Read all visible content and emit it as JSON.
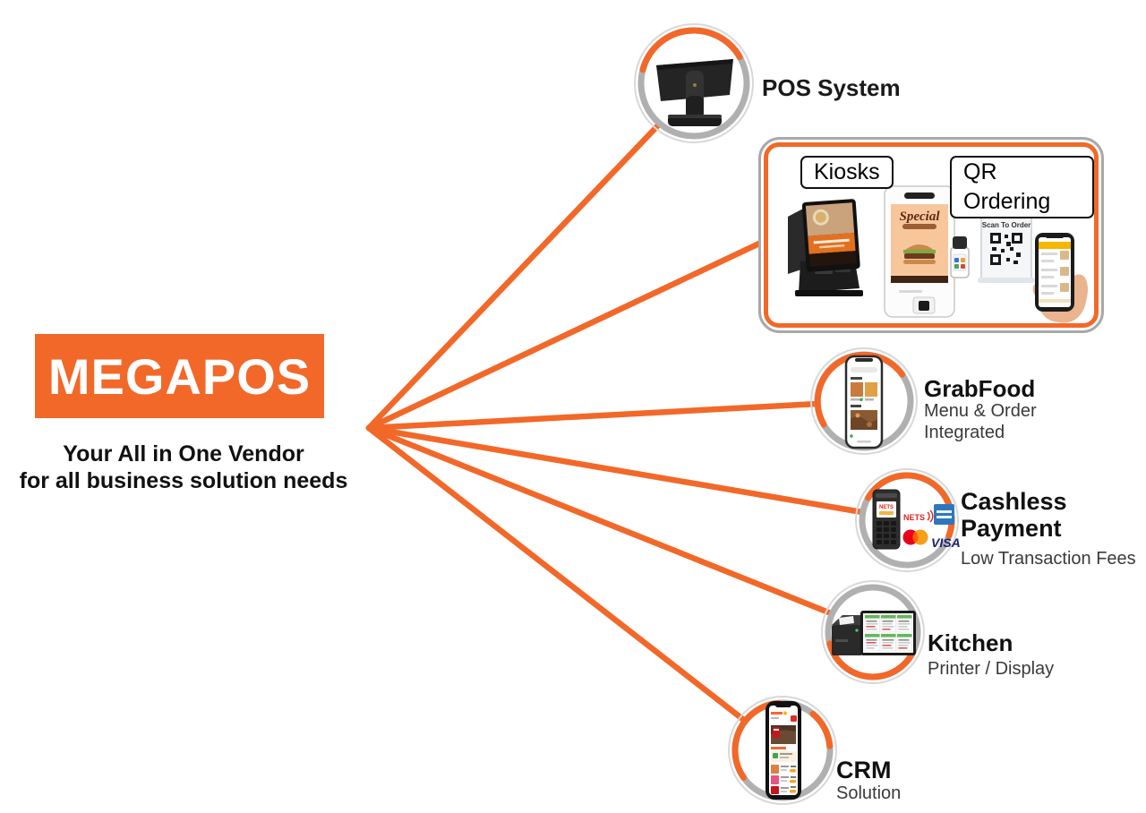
{
  "colors": {
    "accent": "#F26829",
    "ring_gray": "#B0B0B0",
    "text": "#1A1A1A"
  },
  "logo": {
    "title": "MEGAPOS",
    "tagline_line1": "Your All in One Vendor",
    "tagline_line2": "for all business solution needs"
  },
  "nodes": {
    "pos": {
      "label": "POS System"
    },
    "kiosk_box": {
      "kiosks_label": "Kiosks",
      "qr_label": "QR Ordering",
      "qr_stand_text": "Scan To Order",
      "kiosk_screen_text": "Special"
    },
    "grabfood": {
      "title": "GrabFood",
      "subtitle_line1": "Menu & Order",
      "subtitle_line2": "Integrated"
    },
    "cashless": {
      "title_line1": "Cashless",
      "title_line2": "Payment",
      "subtitle": "Low Transaction Fees",
      "logos": {
        "nets": "NETS",
        "nets_screen": "NETS",
        "visa": "VISA"
      }
    },
    "kitchen": {
      "title": "Kitchen",
      "subtitle": "Printer / Display"
    },
    "crm": {
      "title": "CRM",
      "subtitle": "Solution"
    }
  }
}
